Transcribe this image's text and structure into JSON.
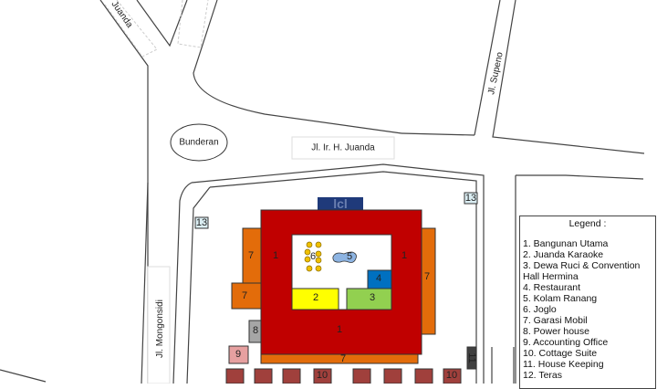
{
  "map": {
    "streets": {
      "juanda_top": "Juanda",
      "supeno": "Jl. Supeno",
      "ir_h_juanda": "Jl. Ir. H. Juanda",
      "mongonsidi": "Jl. Mongonsidi",
      "roundabout": "Bunderan"
    },
    "watermark": "lcl",
    "buildings": {
      "main_1_left": "1",
      "main_1_right": "1",
      "main_1_bottom": "1",
      "karaoke": "2",
      "convention": "3",
      "restaurant": "4",
      "pond": "5",
      "joglo": "6",
      "garage_left_top": "7",
      "garage_left_bottom": "7",
      "garage_right": "7",
      "garage_bottom": "7",
      "power_house": "8",
      "accounting": "9",
      "cottage_a": "10",
      "cottage_b": "10",
      "housekeeping": "11",
      "marker_left": "13",
      "marker_right": "13"
    },
    "colors": {
      "main_building": "#c00000",
      "karaoke": "#ffff00",
      "convention": "#92d050",
      "restaurant": "#0070c0",
      "pond": "#8db4e2",
      "joglo": "#f0c000",
      "garage": "#e36c0a",
      "power_house": "#a6a6a6",
      "accounting": "#e6a0a0",
      "cottage": "#a0403c",
      "housekeeping": "#404040",
      "marker": "#dbeef3",
      "watermark": "#1f3a7a"
    }
  },
  "legend": {
    "title": "Legend :",
    "items": [
      "1. Bangunan Utama",
      "2. Juanda Karaoke",
      "3. Dewa Ruci & Convention",
      "Hall Hermina",
      "4. Restaurant",
      "5. Kolam Ranang",
      "6. Joglo",
      "7. Garasi Mobil",
      "8. Power house",
      "9. Accounting Office",
      "10. Cottage Suite",
      "11. House Keeping",
      "12. Teras"
    ]
  }
}
